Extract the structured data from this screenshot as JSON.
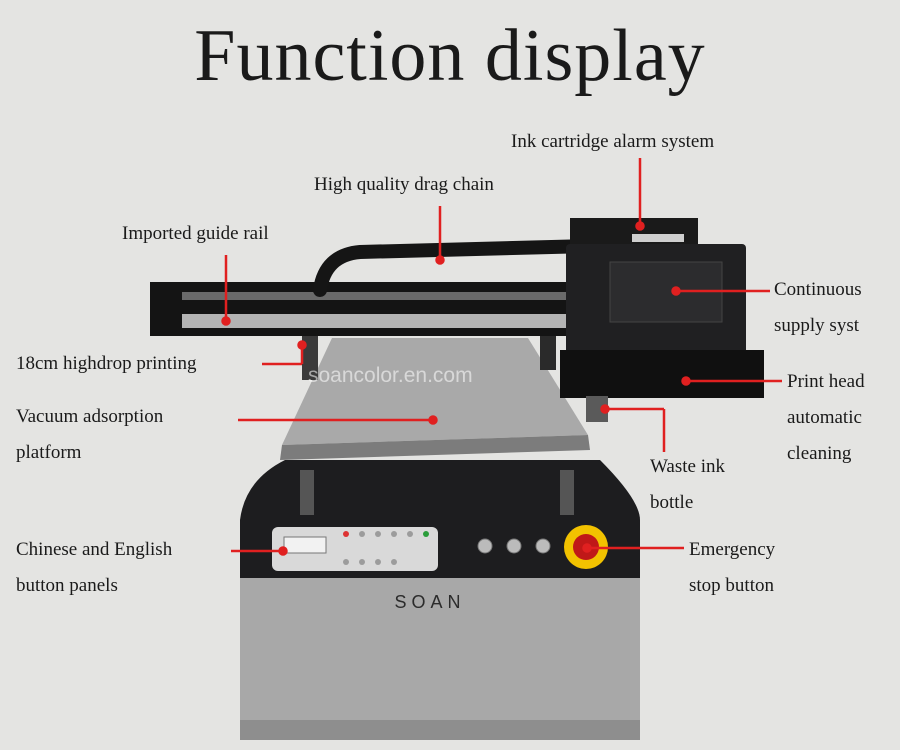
{
  "title": "Function display",
  "watermark": "soancolor.en.com",
  "brand": "SOAN",
  "colors": {
    "accent": "#e02020",
    "background": "#e4e4e2"
  },
  "callouts": [
    {
      "id": "ink-cartridge-alarm",
      "lines": [
        "Ink cartridge alarm system"
      ]
    },
    {
      "id": "drag-chain",
      "lines": [
        "High quality drag chain"
      ]
    },
    {
      "id": "guide-rail",
      "lines": [
        "Imported guide rail"
      ]
    },
    {
      "id": "continuous-supply",
      "lines": [
        "Continuous",
        "supply syst"
      ]
    },
    {
      "id": "highdrop-printing",
      "lines": [
        "18cm highdrop printing"
      ]
    },
    {
      "id": "print-head-cleaning",
      "lines": [
        "Print head",
        "automatic",
        "cleaning"
      ]
    },
    {
      "id": "vacuum-platform",
      "lines": [
        "Vacuum adsorption",
        "platform"
      ]
    },
    {
      "id": "waste-ink-bottle",
      "lines": [
        "Waste ink",
        "bottle"
      ]
    },
    {
      "id": "button-panels",
      "lines": [
        "Chinese and English",
        "button panels"
      ]
    },
    {
      "id": "emergency-stop",
      "lines": [
        "Emergency",
        "stop button"
      ]
    }
  ]
}
